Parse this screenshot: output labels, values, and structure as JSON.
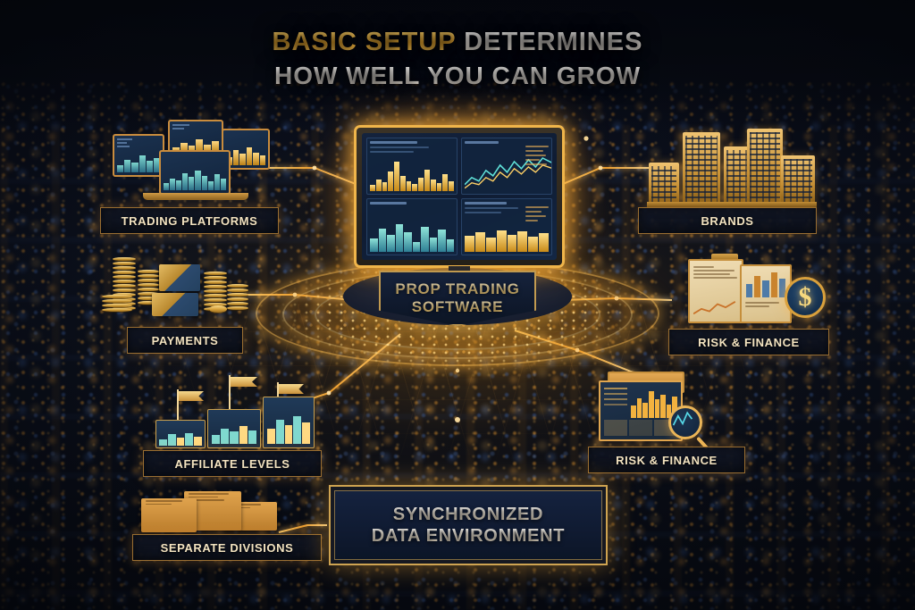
{
  "headline": {
    "line1_gold": "BASIC SETUP",
    "line1_white": "DETERMINES",
    "line2": "HOW WELL YOU CAN GROW"
  },
  "center": {
    "title_line1": "PROP TRADING",
    "title_line2": "SOFTWARE",
    "icon": "desktop-monitor-dashboard-icon"
  },
  "bottom_panel": {
    "line1": "SYNCHRONIZED",
    "line2": "DATA ENVIRONMENT"
  },
  "nodes": [
    {
      "id": "trading-platforms",
      "label": "TRADING PLATFORMS",
      "icon": "multi-screen-charts-icon",
      "side": "left"
    },
    {
      "id": "payments",
      "label": "PAYMENTS",
      "icon": "gold-coins-stacks-icon",
      "side": "left"
    },
    {
      "id": "affiliate-levels",
      "label": "AFFILIATE LEVELS",
      "icon": "tiered-podium-flags-icon",
      "side": "left"
    },
    {
      "id": "separate-divisions",
      "label": "SEPARATE DIVISIONS",
      "icon": "stacked-cards-icon",
      "side": "left"
    },
    {
      "id": "brands",
      "label": "BRANDS",
      "icon": "gold-buildings-icon",
      "side": "right"
    },
    {
      "id": "risk-finance-top",
      "label": "RISK & FINANCE",
      "icon": "clipboard-dollar-icon",
      "side": "right"
    },
    {
      "id": "risk-finance-bottom",
      "label": "RISK & FINANCE",
      "icon": "report-magnifier-icon",
      "side": "right"
    }
  ],
  "colors": {
    "gold": "#eeb23c",
    "gold_light": "#f7d477",
    "cream": "#f2ece3",
    "panel_navy": "#101a2e",
    "panel_border": "#e0b054",
    "background": "#080b14",
    "link_glow": "#ffb43c"
  }
}
